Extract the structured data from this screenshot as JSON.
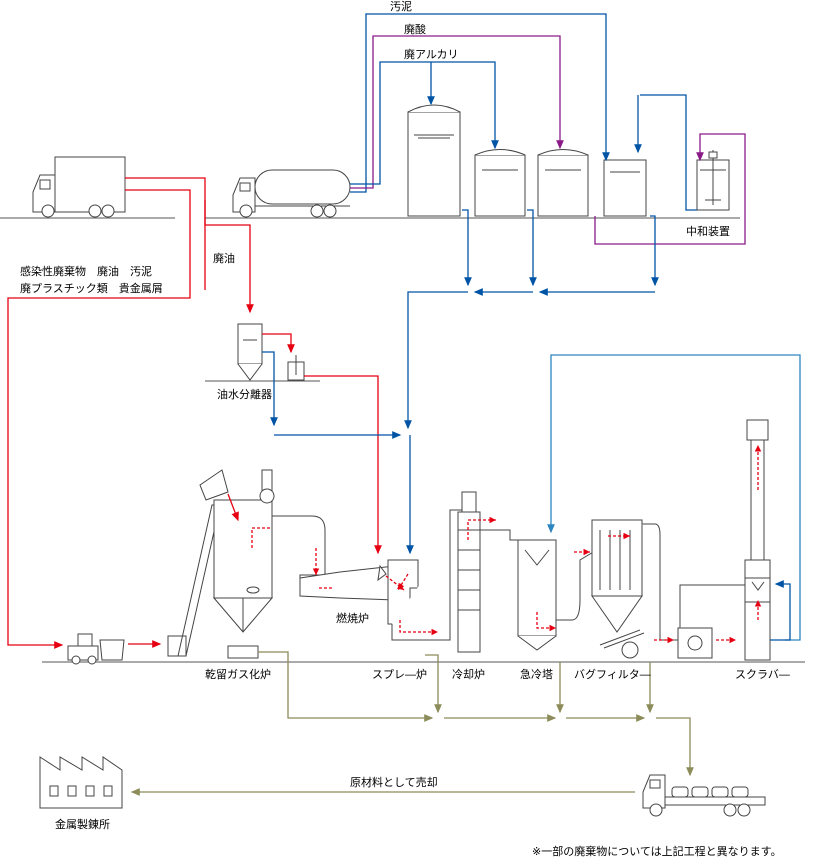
{
  "colors": {
    "waste_solid": "#e60012",
    "waste_liquid": "#0054a6",
    "acid": "#8b1a89",
    "residue": "#8c8c5a",
    "scrubber_water": "#2e86c1"
  },
  "labels": {
    "sludge": "汚泥",
    "waste_acid": "廃酸",
    "waste_alkali": "廃アルカリ",
    "neutralizer": "中和装置",
    "waste_list_line1": "感染性廃棄物　廃油　汚泥",
    "waste_list_line2": "廃プラスチック類　貴金属屑",
    "waste_oil": "廃油",
    "oil_water_separator": "油水分離器",
    "incinerator": "燃焼炉",
    "dry_distillation_furnace": "乾留ガス化炉",
    "spray_furnace": "スプレ―炉",
    "cooling_furnace": "冷却炉",
    "quench_tower": "急冷塔",
    "bag_filter": "バグフィルタ―",
    "scrubber": "スクラバ―",
    "sold_as_raw_material": "原材料として売却",
    "metal_smelter": "金属製錬所",
    "footnote": "※一部の廃棄物については上記工程と異なります。"
  },
  "icons": [
    "box-truck-icon",
    "tank-truck-icon",
    "forklift-icon",
    "flatbed-truck-icon",
    "factory-icon"
  ]
}
